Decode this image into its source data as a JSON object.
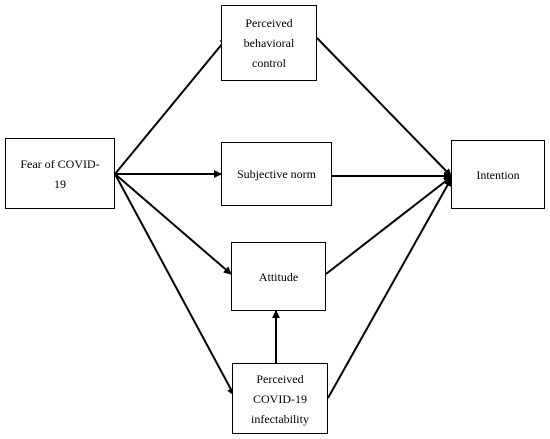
{
  "diagram": {
    "nodes": {
      "fear": {
        "label": "Fear of COVID-\n19"
      },
      "pbc": {
        "label": "Perceived\nbehavioral\ncontrol"
      },
      "subjective": {
        "label": "Subjective norm"
      },
      "attitude": {
        "label": "Attitude"
      },
      "infect": {
        "label": "Perceived\nCOVID-19\ninfectability"
      },
      "intention": {
        "label": "Intention"
      }
    },
    "edges": [
      {
        "from": "fear",
        "to": "pbc"
      },
      {
        "from": "fear",
        "to": "subjective"
      },
      {
        "from": "fear",
        "to": "attitude"
      },
      {
        "from": "fear",
        "to": "infect"
      },
      {
        "from": "pbc",
        "to": "intention"
      },
      {
        "from": "subjective",
        "to": "intention"
      },
      {
        "from": "attitude",
        "to": "intention"
      },
      {
        "from": "infect",
        "to": "intention"
      },
      {
        "from": "infect",
        "to": "attitude"
      }
    ],
    "colors": {
      "line": "#000000",
      "box_border": "#000000",
      "background": "#ffffff"
    }
  }
}
